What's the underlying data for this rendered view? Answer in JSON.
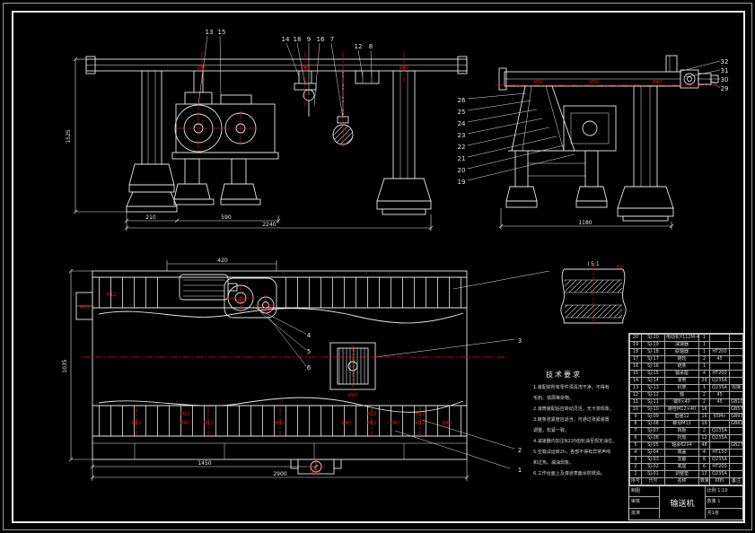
{
  "sheet": {
    "bg": "#000000",
    "line": "#e6e6e6",
    "red": "#f21313"
  },
  "balloons": {
    "front": [
      "13",
      "15",
      "14",
      "18",
      "9",
      "16",
      "7",
      "12",
      "8"
    ],
    "side_left": [
      "26",
      "25",
      "24",
      "23",
      "22",
      "21",
      "20",
      "19"
    ],
    "side_right": [
      "32",
      "31",
      "30",
      "29"
    ],
    "plan_left": [
      "4",
      "5",
      "6"
    ],
    "plan_right": [
      "3",
      "2",
      "1"
    ]
  },
  "dims": {
    "front_height": "1525",
    "front_seg1": "210",
    "front_seg2": "590",
    "front_total": "2240",
    "side_total": "1180",
    "plan_height": "1035",
    "plan_seg": "1450",
    "plan_total": "2900",
    "plan_top": "420",
    "detail_label": "I 5:1"
  },
  "red_marks": [
    "Ø40",
    "Ø40",
    "Ø40",
    "Ø30",
    "Ø30",
    "Ø40",
    "Ø60",
    "Ø40",
    "M10",
    "M12",
    "Ø40",
    "M12",
    "Ø40",
    "M12",
    "M12",
    "Ø40",
    "M12",
    "Ø40",
    "M12",
    "Ø40",
    "Ø20",
    "R3",
    "M12",
    "M12",
    "M12"
  ],
  "tech": {
    "title": "技术要求",
    "lines": [
      "1.装配前所有零件须清洗干净，不得有",
      "  毛刺、铁屑等杂物。",
      "2.滚筒装配后应转动灵活，无卡滞现象。",
      "3.链条张紧度应适当，可通过张紧装置",
      "  调整，松紧一致。",
      "4.减速器内加注N220齿轮油至规定油位。",
      "5.空载试运转2h，各部不得有异常声响",
      "  和过热、漏油现象。",
      "6.工作台面上及滚道表面涂防锈油。"
    ]
  },
  "title_block": {
    "parts_header": {
      "seq": "序号",
      "code": "代号",
      "name": "名称",
      "qty": "数量",
      "mat": "材料",
      "note": "备注"
    },
    "parts": [
      {
        "seq": "20",
        "code": "SJ-20",
        "name": "电动机Y112M-4",
        "qty": "1",
        "mat": "",
        "note": ""
      },
      {
        "seq": "19",
        "code": "SJ-19",
        "name": "减速器",
        "qty": "1",
        "mat": "",
        "note": ""
      },
      {
        "seq": "18",
        "code": "SJ-18",
        "name": "联轴器",
        "qty": "1",
        "mat": "HT200",
        "note": ""
      },
      {
        "seq": "17",
        "code": "SJ-17",
        "name": "链轮",
        "qty": "2",
        "mat": "45",
        "note": ""
      },
      {
        "seq": "16",
        "code": "SJ-16",
        "name": "链条",
        "qty": "1",
        "mat": "",
        "note": ""
      },
      {
        "seq": "15",
        "code": "SJ-15",
        "name": "轴承座",
        "qty": "4",
        "mat": "HT200",
        "note": ""
      },
      {
        "seq": "14",
        "code": "SJ-14",
        "name": "滚筒",
        "qty": "24",
        "mat": "Q235A",
        "note": ""
      },
      {
        "seq": "13",
        "code": "SJ-13",
        "name": "机架",
        "qty": "1",
        "mat": "Q235A",
        "note": "焊接"
      },
      {
        "seq": "12",
        "code": "SJ-12",
        "name": "轴",
        "qty": "2",
        "mat": "45",
        "note": ""
      },
      {
        "seq": "11",
        "code": "SJ-11",
        "name": "键8×40",
        "qty": "2",
        "mat": "45",
        "note": "GB1096"
      },
      {
        "seq": "10",
        "code": "SJ-10",
        "name": "螺栓M12×40",
        "qty": "16",
        "mat": "",
        "note": "GB5782"
      },
      {
        "seq": "9",
        "code": "SJ-09",
        "name": "垫圈12",
        "qty": "16",
        "mat": "65Mn",
        "note": "GB93"
      },
      {
        "seq": "8",
        "code": "SJ-08",
        "name": "螺母M12",
        "qty": "16",
        "mat": "",
        "note": "GB6170"
      },
      {
        "seq": "7",
        "code": "SJ-07",
        "name": "挡板",
        "qty": "2",
        "mat": "Q235A",
        "note": ""
      },
      {
        "seq": "6",
        "code": "SJ-06",
        "name": "托辊",
        "qty": "12",
        "mat": "Q235A",
        "note": ""
      },
      {
        "seq": "5",
        "code": "SJ-05",
        "name": "轴承6204",
        "qty": "48",
        "mat": "",
        "note": "GB276"
      },
      {
        "seq": "4",
        "code": "SJ-04",
        "name": "端盖",
        "qty": "4",
        "mat": "HT150",
        "note": ""
      },
      {
        "seq": "3",
        "code": "SJ-03",
        "name": "支腿",
        "qty": "6",
        "mat": "Q235A",
        "note": ""
      },
      {
        "seq": "2",
        "code": "SJ-02",
        "name": "底座",
        "qty": "6",
        "mat": "HT200",
        "note": ""
      },
      {
        "seq": "1",
        "code": "SJ-01",
        "name": "调整垫",
        "qty": "12",
        "mat": "Q235A",
        "note": ""
      }
    ],
    "info": {
      "drawn": "制图",
      "checked": "审核",
      "approved": "批准",
      "name": "输送机",
      "scale_label": "比例",
      "scale": "1:10",
      "qty_label": "数量",
      "qty": "1",
      "sheet": "共1张"
    }
  }
}
